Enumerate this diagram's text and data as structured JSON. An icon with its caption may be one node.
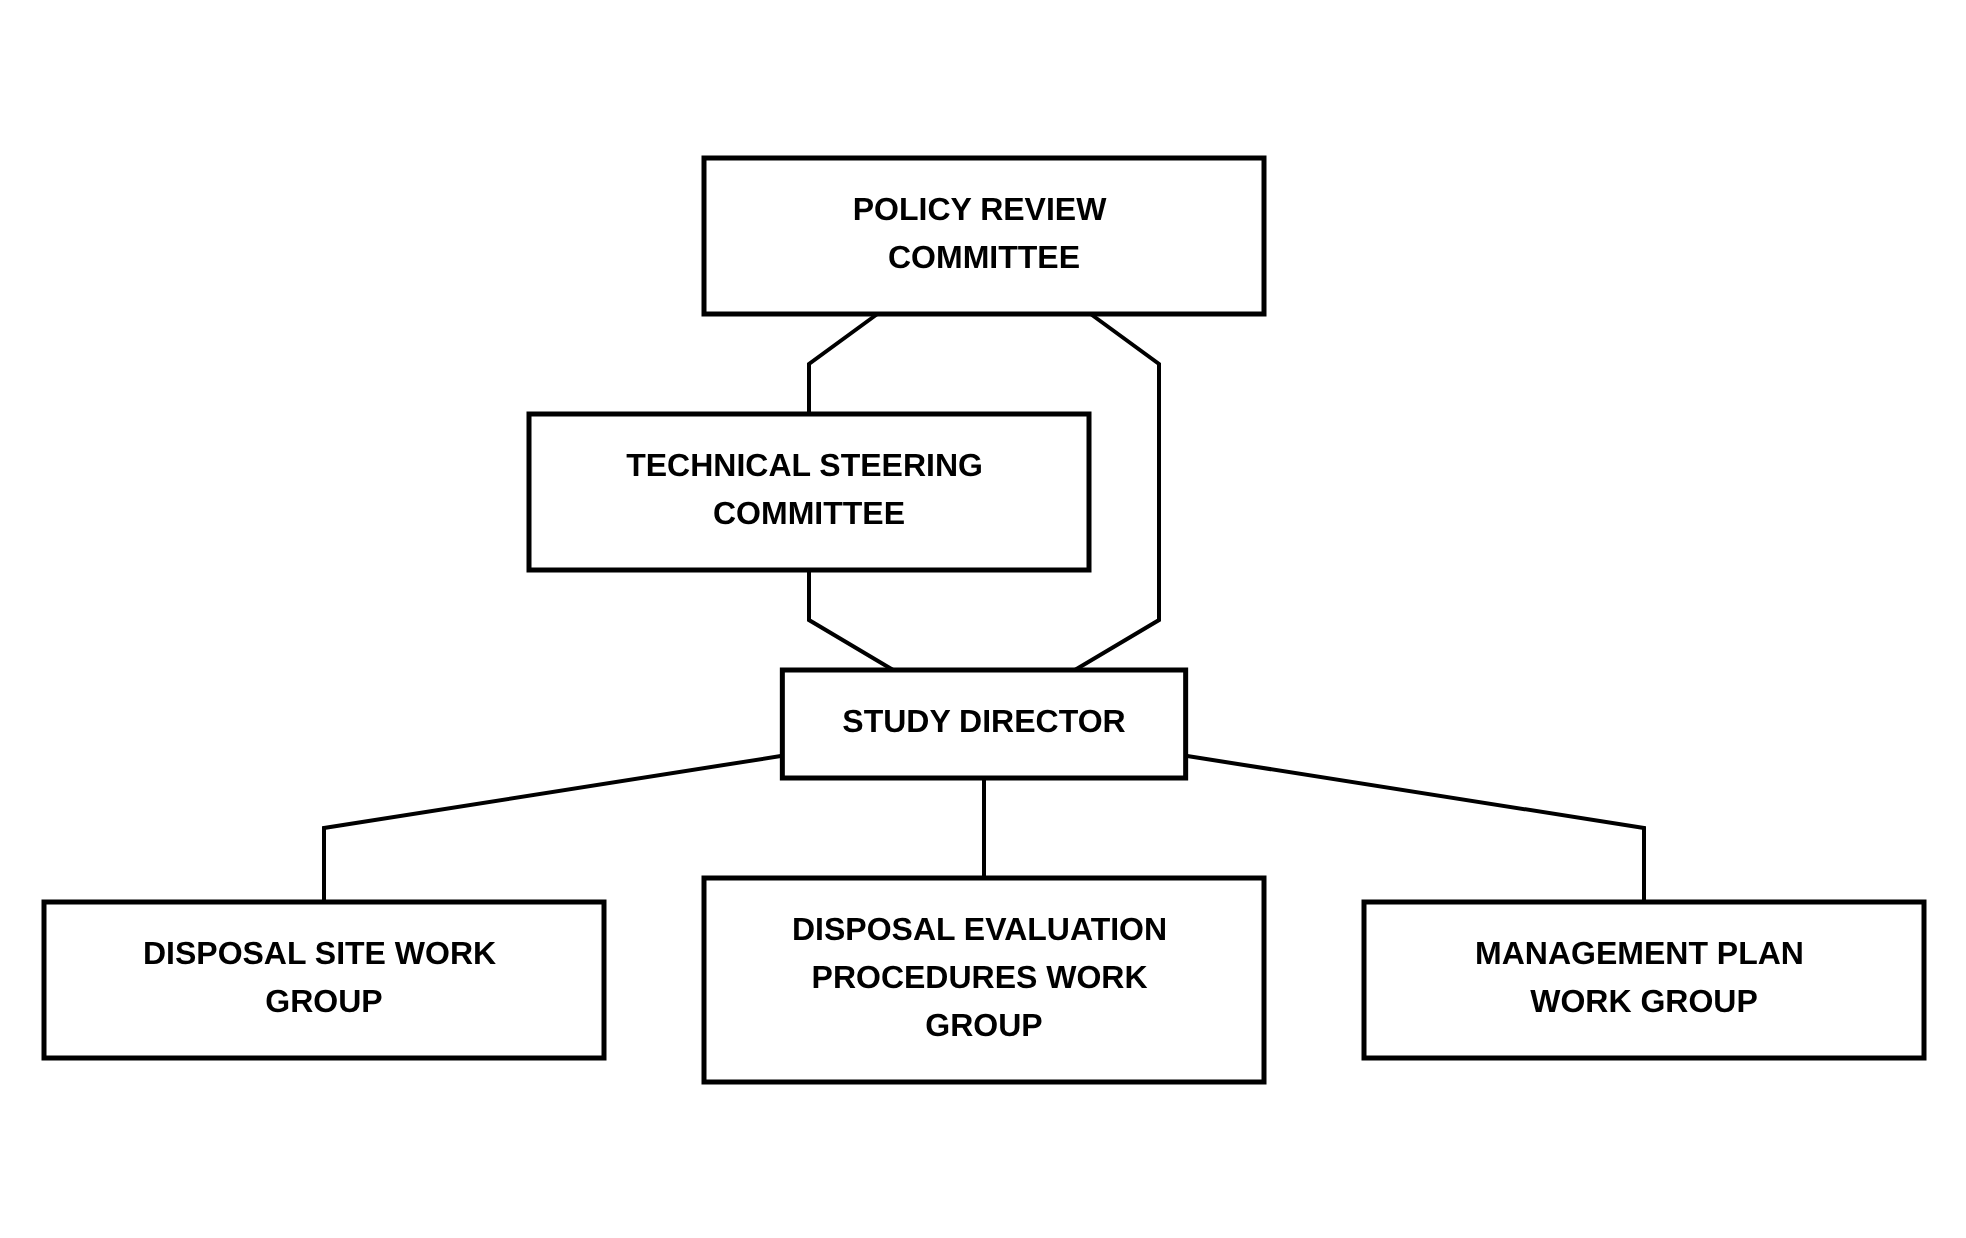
{
  "diagram": {
    "nodes": [
      {
        "text": [
          "POLICY REVIEW COMMITTEE"
        ]
      },
      {
        "text": [
          "TECHNICAL STEERING COMMITTEE"
        ]
      },
      {
        "text": [
          "STUDY DIRECTOR"
        ]
      },
      {
        "text": [
          "DISPOSAL SITE WORK GROUP"
        ]
      },
      {
        "text": [
          "DISPOSAL EVALUATION PROCEDURES WORK GROUP"
        ]
      },
      {
        "text": [
          "MANAGEMENT PLAN WORK GROUP"
        ]
      }
    ],
    "edges": [
      {
        "from": 0,
        "to": 1,
        "arrow": "none"
      },
      {
        "from": 1,
        "to": 2,
        "arrow": "none"
      },
      {
        "from": 0,
        "to": 2,
        "arrow": "none"
      },
      {
        "from": 2,
        "to": 3,
        "arrow": "none"
      },
      {
        "from": 2,
        "to": 4,
        "arrow": "none"
      },
      {
        "from": 2,
        "to": 5,
        "arrow": "none"
      }
    ]
  }
}
